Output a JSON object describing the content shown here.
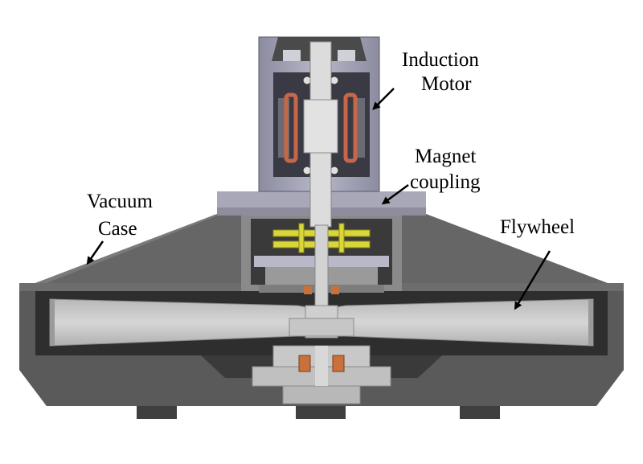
{
  "labels": {
    "motor_line1": "Induction",
    "motor_line2": "Motor",
    "coupling_line1": "Magnet",
    "coupling_line2": "coupling",
    "case_line1": "Vacuum",
    "case_line2": "Case",
    "flywheel": "Flywheel"
  },
  "colors": {
    "housing_dark": "#4f4f4f",
    "housing_mid": "#6b6b6b",
    "housing_light": "#8a8a8a",
    "cavity": "#2b2b2b",
    "shaft": "#d9d9d9",
    "flywheel": "#c9c9c9",
    "motor_casing": "#9a9ab0",
    "winding": "#c8664a",
    "magnet": "#d9d63a",
    "bearing": "#c9713a"
  }
}
